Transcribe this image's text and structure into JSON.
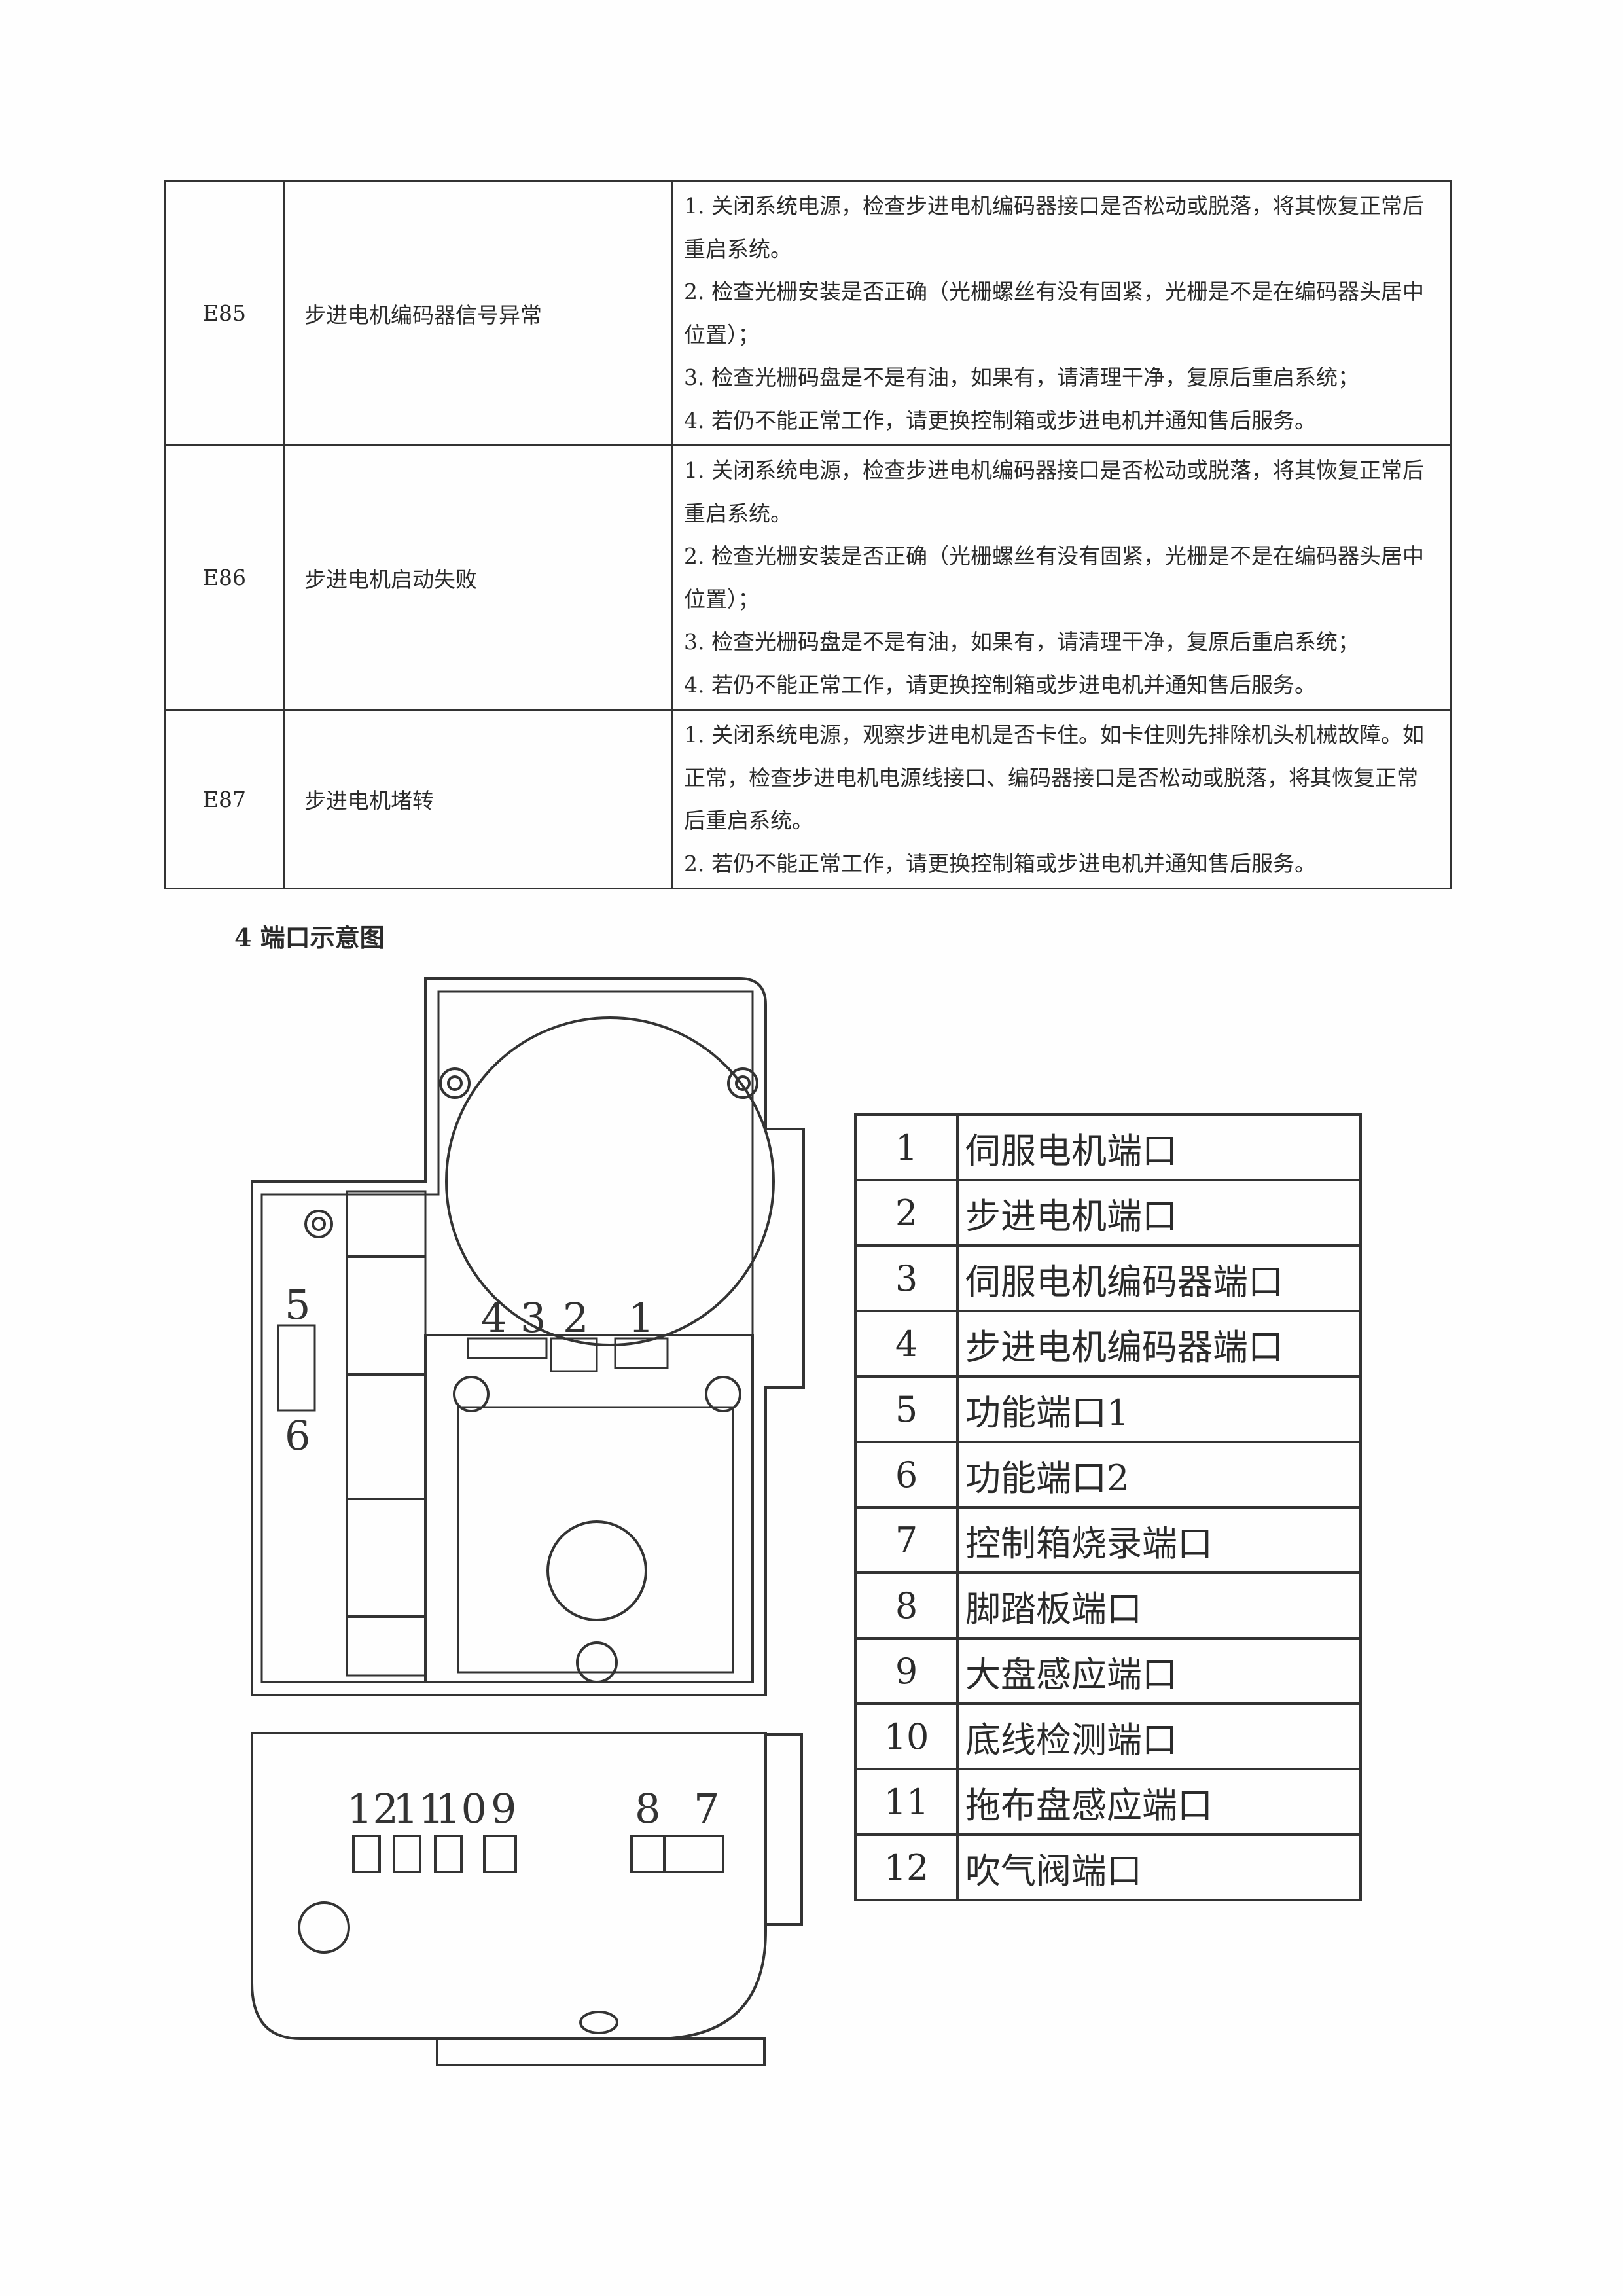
{
  "errors": [
    {
      "code": "E85",
      "name": "步进电机编码器信号异常",
      "steps": [
        "1. 关闭系统电源，检查步进电机编码器接口是否松动或脱落，将其恢复正常后重启系统。",
        "2. 检查光栅安装是否正确（光栅螺丝有没有固紧，光栅是不是在编码器头居中位置）；",
        "3. 检查光栅码盘是不是有油，如果有，请清理干净，复原后重启系统；",
        "4. 若仍不能正常工作，请更换控制箱或步进电机并通知售后服务。"
      ]
    },
    {
      "code": "E86",
      "name": "步进电机启动失败",
      "steps": [
        "1. 关闭系统电源，检查步进电机编码器接口是否松动或脱落，将其恢复正常后重启系统。",
        "2. 检查光栅安装是否正确（光栅螺丝有没有固紧，光栅是不是在编码器头居中位置）；",
        "3. 检查光栅码盘是不是有油，如果有，请清理干净，复原后重启系统；",
        "4. 若仍不能正常工作，请更换控制箱或步进电机并通知售后服务。"
      ]
    },
    {
      "code": "E87",
      "name": "步进电机堵转",
      "steps": [
        "1. 关闭系统电源，观察步进电机是否卡住。如卡住则先排除机头机械故障。如正常，检查步进电机电源线接口、编码器接口是否松动或脱落，将其恢复正常后重启系统。",
        "2. 若仍不能正常工作，请更换控制箱或步进电机并通知售后服务。"
      ]
    }
  ],
  "section_title": "4 端口示意图",
  "diagram_labels": {
    "top": [
      "4",
      "3",
      "2",
      "1"
    ],
    "side": [
      "5",
      "6"
    ],
    "bottom": [
      "12",
      "11",
      "10",
      "9",
      "8",
      "7"
    ]
  },
  "ports": [
    {
      "n": "1",
      "label": "伺服电机端口"
    },
    {
      "n": "2",
      "label": "步进电机端口"
    },
    {
      "n": "3",
      "label": "伺服电机编码器端口"
    },
    {
      "n": "4",
      "label": "步进电机编码器端口"
    },
    {
      "n": "5",
      "label": "功能端口1"
    },
    {
      "n": "6",
      "label": "功能端口2"
    },
    {
      "n": "7",
      "label": "控制箱烧录端口"
    },
    {
      "n": "8",
      "label": "脚踏板端口"
    },
    {
      "n": "9",
      "label": "大盘感应端口"
    },
    {
      "n": "10",
      "label": "底线检测端口"
    },
    {
      "n": "11",
      "label": "拖布盘感应端口"
    },
    {
      "n": "12",
      "label": "吹气阀端口"
    }
  ]
}
